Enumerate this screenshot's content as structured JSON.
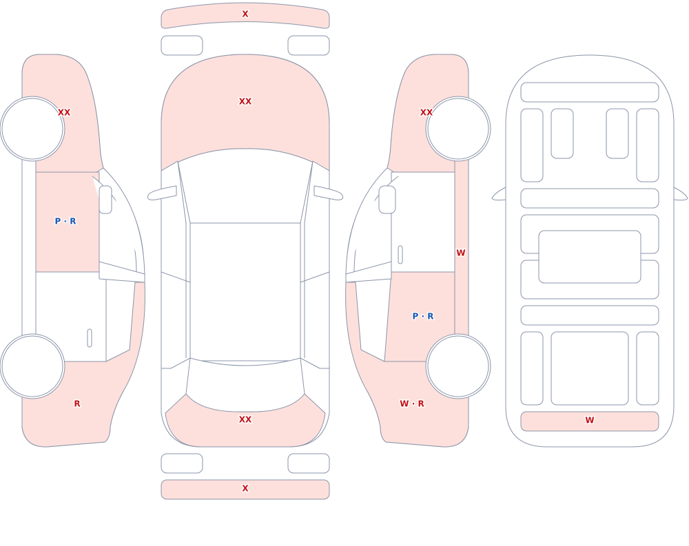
{
  "colors": {
    "damage_fill": "#fde0dc",
    "outline": "#8a94a8",
    "label_red": "#c01218",
    "label_blue": "#1a55b3"
  },
  "labels": {
    "front_bumper": "X",
    "hood": "XX",
    "rear_bumper_panel": "XX",
    "rear_bumper": "X",
    "left_front_fender": "XX",
    "left_front_door": "P · R",
    "left_rear_quarter": "R",
    "right_front_fender": "XX",
    "right_rocker": "W",
    "right_rear_door": "P · R",
    "right_rear_quarter": "W · R",
    "interior_rear_bar": "W"
  }
}
